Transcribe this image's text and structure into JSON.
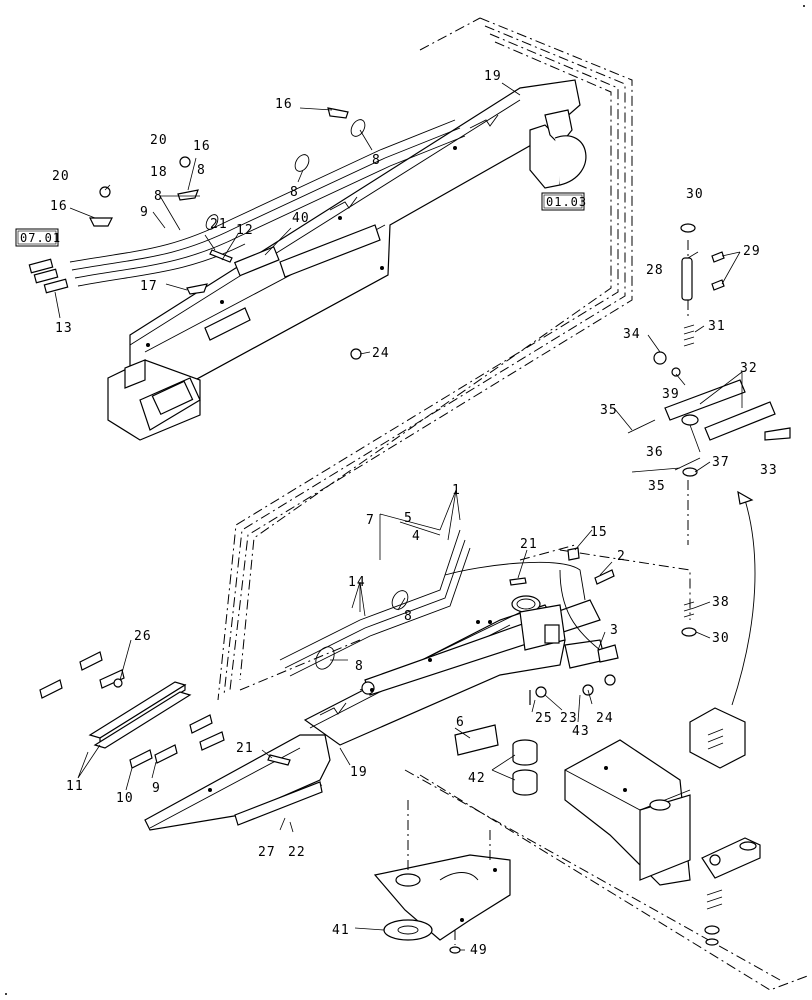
{
  "diagram": {
    "reference_boxes": [
      "07.01",
      "01.03"
    ],
    "callouts": {
      "c1": "1",
      "c2": "2",
      "c3": "3",
      "c4": "4",
      "c5": "5",
      "c6": "6",
      "c7": "7",
      "c8a": "8",
      "c8b": "8",
      "c8c": "8",
      "c8d": "8",
      "c8e": "8",
      "c8f": "8",
      "c9a": "9",
      "c9b": "9",
      "c10": "10",
      "c11": "11",
      "c12": "12",
      "c13": "13",
      "c14": "14",
      "c15": "15",
      "c16a": "16",
      "c16b": "16",
      "c16c": "16",
      "c17": "17",
      "c18": "18",
      "c19a": "19",
      "c19b": "19",
      "c20a": "20",
      "c20b": "20",
      "c21a": "21",
      "c21b": "21",
      "c21c": "21",
      "c22": "22",
      "c23": "23",
      "c24a": "24",
      "c24b": "24",
      "c25": "25",
      "c26": "26",
      "c27": "27",
      "c28": "28",
      "c29": "29",
      "c30a": "30",
      "c30b": "30",
      "c31": "31",
      "c32": "32",
      "c33": "33",
      "c34": "34",
      "c35a": "35",
      "c35b": "35",
      "c36": "36",
      "c37": "37",
      "c38": "38",
      "c39": "39",
      "c40": "40",
      "c41": "41",
      "c42": "42",
      "c43": "43",
      "c49": "49"
    }
  }
}
